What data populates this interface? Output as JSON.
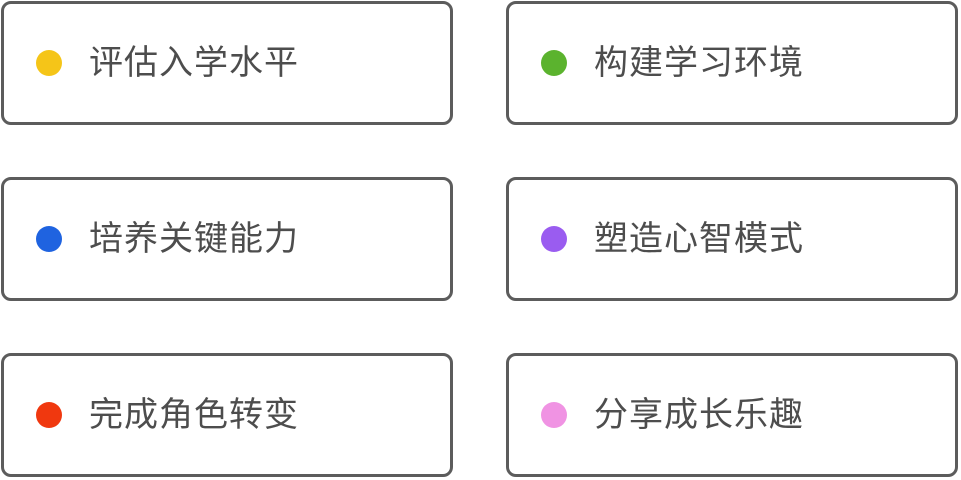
{
  "cards": [
    {
      "label": "评估入学水平",
      "dot_color": "#f5c518"
    },
    {
      "label": "构建学习环境",
      "dot_color": "#5bb32e"
    },
    {
      "label": "培养关键能力",
      "dot_color": "#1f63e0"
    },
    {
      "label": "塑造心智模式",
      "dot_color": "#9a5cf0"
    },
    {
      "label": "完成角色转变",
      "dot_color": "#f0380f"
    },
    {
      "label": "分享成长乐趣",
      "dot_color": "#f093e3"
    }
  ]
}
